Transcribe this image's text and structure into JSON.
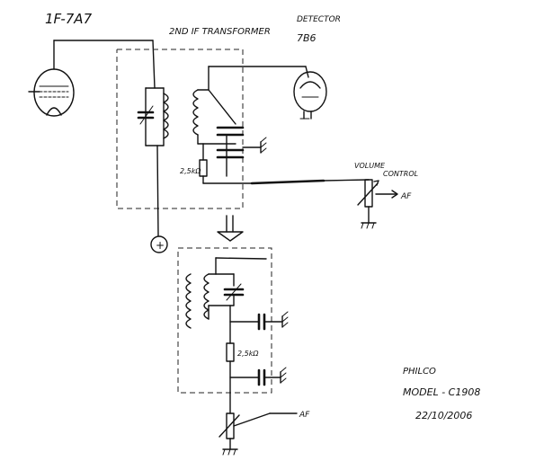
{
  "labels": {
    "tube1": "1F-7A7",
    "transformer": "2ND IF TRANSFORMER",
    "detector": "DETECTOR",
    "detector_tube": "7B6",
    "resistor_top": "2,5kΩ",
    "volume": "VOLUME",
    "control": "CONTROL",
    "af_top": "AF",
    "plus": "+",
    "resistor_bottom": "2,5kΩ",
    "af_bottom": "AF"
  },
  "footer": {
    "brand": "PHILCO",
    "model": "MODEL - C1908",
    "date": "22/10/2006"
  },
  "icons": {
    "tube": "vacuum-tube-icon",
    "ground": "ground-icon",
    "capacitor": "capacitor-icon",
    "coil": "coil-icon",
    "potentiometer": "potentiometer-icon",
    "arrow": "down-arrow-icon"
  }
}
